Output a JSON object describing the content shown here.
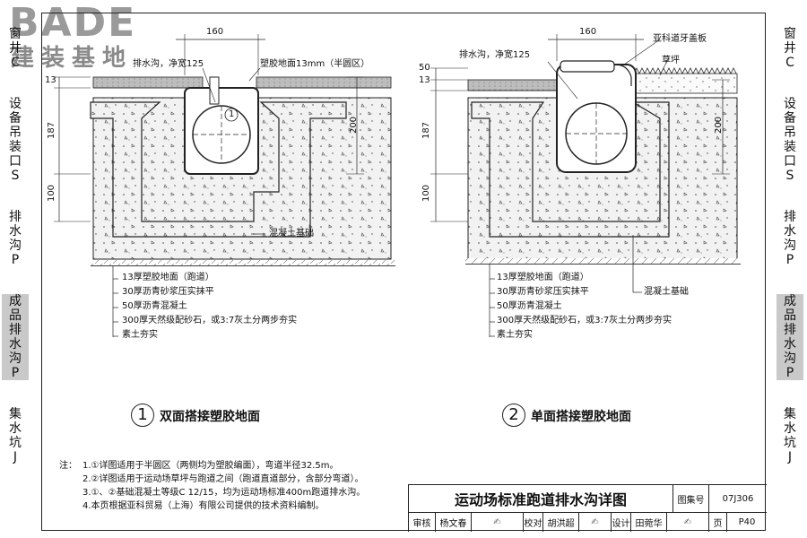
{
  "watermark": {
    "en": "BADE",
    "cn": "建装基地"
  },
  "side_left": {
    "groups": [
      {
        "chars": [
          "窗",
          "井",
          "C"
        ],
        "highlight": false
      },
      {
        "chars": [
          "设",
          "备",
          "吊",
          "装",
          "口",
          "S"
        ],
        "highlight": false
      },
      {
        "chars": [
          "排",
          "水",
          "沟",
          "P"
        ],
        "highlight": false
      },
      {
        "chars": [
          "成",
          "品",
          "排",
          "水",
          "沟",
          "P"
        ],
        "highlight": true
      },
      {
        "chars": [
          "集",
          "水",
          "坑",
          "J"
        ],
        "highlight": false
      }
    ]
  },
  "side_right": {
    "groups": [
      {
        "chars": [
          "窗",
          "井",
          "C"
        ],
        "highlight": false
      },
      {
        "chars": [
          "设",
          "备",
          "吊",
          "装",
          "口",
          "S"
        ],
        "highlight": false
      },
      {
        "chars": [
          "排",
          "水",
          "沟",
          "P"
        ],
        "highlight": false
      },
      {
        "chars": [
          "成",
          "品",
          "排",
          "水",
          "沟",
          "P"
        ],
        "highlight": true
      },
      {
        "chars": [
          "集",
          "水",
          "坑",
          "J"
        ],
        "highlight": false
      }
    ]
  },
  "figure1": {
    "number": "1",
    "title": "双面搭接塑胶地面",
    "dim_width": "160",
    "dim_left": [
      "13",
      "187",
      "100"
    ],
    "dim_right": "200",
    "label_ditch": "排水沟，净宽125",
    "label_surface": "塑胶地面13mm（半圆区）",
    "callout": "1",
    "label_base": "混凝土基础",
    "layers": [
      "13厚塑胶地面（跑道）",
      "30厚沥青砂浆压实抹平",
      "50厚沥青混凝土",
      "300厚天然级配砂石，或3:7灰土分两步夯实",
      "素土夯实"
    ]
  },
  "figure2": {
    "number": "2",
    "title": "单面搭接塑胶地面",
    "dim_width": "160",
    "dim_left": [
      "13",
      "50",
      "187",
      "100"
    ],
    "dim_right": "200",
    "label_ditch": "排水沟，净宽125",
    "label_cover": "亚科道牙盖板",
    "label_grass": "草坪",
    "label_base": "混凝土基础",
    "layers": [
      "13厚塑胶地面（跑道）",
      "30厚沥青砂浆压实抹平",
      "50厚沥青混凝土",
      "300厚天然级配砂石，或3:7灰土分两步夯实",
      "素土夯实"
    ]
  },
  "notes": {
    "heading": "注：",
    "items": [
      "1.①详图适用于半圆区（两侧均为塑胶编面），弯道半径32.5m。",
      "2.②详图适用于运动场草坪与跑道之间（跑道直道部分，含部分弯道）。",
      "3.①、②基础混凝土等级C 12/15，均为运动场标准400m跑道排水沟。",
      "4.本页根据亚科贸易（上海）有限公司提供的技术资料编制。"
    ]
  },
  "title_block": {
    "title": "运动场标准跑道排水沟详图",
    "atlas_label": "图集号",
    "atlas_no": "07J306",
    "review_label": "审核",
    "review_name": "杨文春",
    "check_label": "校对",
    "check_name": "胡洪超",
    "design_label": "设计",
    "design_name": "田菀华",
    "page_label": "页",
    "page_no": "P40"
  }
}
